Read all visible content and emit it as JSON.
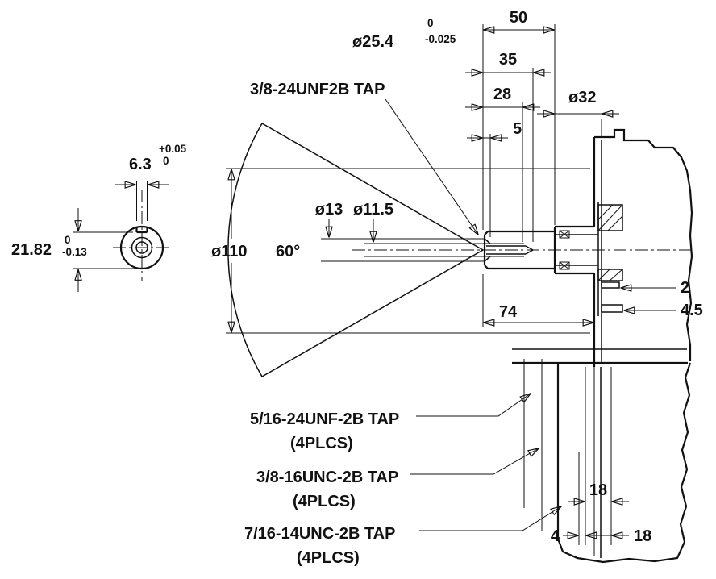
{
  "drawing": {
    "shaft_end_tap_label": "3/8-24UNF2B TAP",
    "side_taps": [
      {
        "label": "5/16-24UNF-2B TAP",
        "note": "(4PLCS)"
      },
      {
        "label": "3/8-16UNC-2B TAP",
        "note": "(4PLCS)"
      },
      {
        "label": "7/16-14UNC-2B TAP",
        "note": "(4PLCS)"
      }
    ],
    "dims": {
      "shaft_diameter": "ø25.4",
      "shaft_diameter_tol_upper": "0",
      "shaft_diameter_tol_lower": "-0.025",
      "shaft_length": "50",
      "depth_35": "35",
      "depth_28": "28",
      "depth_5": "5",
      "boss_diameter": "ø32",
      "keyway_width": "6.3",
      "keyway_width_tol_upper": "+0.05",
      "keyway_width_tol_lower": "0",
      "keyway_flat_height": "21.82",
      "keyway_flat_tol_upper": "0",
      "keyway_flat_tol_lower": "-0.13",
      "countersink_diameter": "ø13",
      "tap_drill_diameter": "ø11.5",
      "clearance_diameter": "ø110",
      "clearance_angle": "60°",
      "face_distance": "74",
      "washer_thickness": "2",
      "shim_thickness": "4.5",
      "hole_spacing_18_upper": "18",
      "hole_offset_4": "4",
      "hole_spacing_18_lower": "18"
    }
  }
}
